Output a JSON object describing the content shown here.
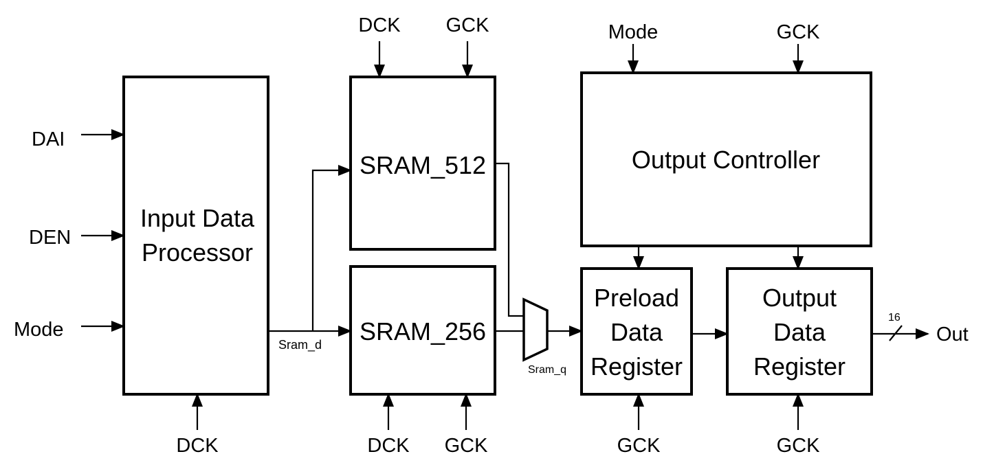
{
  "blocks": {
    "input_processor": {
      "line1": "Input Data",
      "line2": "Processor"
    },
    "sram_512": {
      "label": "SRAM_512"
    },
    "sram_256": {
      "label": "SRAM_256"
    },
    "output_controller": {
      "label": "Output Controller"
    },
    "preload_register": {
      "line1": "Preload",
      "line2": "Data",
      "line3": "Register"
    },
    "output_register": {
      "line1": "Output",
      "line2": "Data",
      "line3": "Register"
    }
  },
  "signals": {
    "dai": "DAI",
    "den": "DEN",
    "mode_in": "Mode",
    "dck_input": "DCK",
    "sram_d": "Sram_d",
    "sram_q": "Sram_q",
    "dck_sram512": "DCK",
    "gck_sram512": "GCK",
    "dck_sram256": "DCK",
    "gck_sram256": "GCK",
    "mode_controller": "Mode",
    "gck_controller": "GCK",
    "gck_preload": "GCK",
    "gck_output": "GCK",
    "bus_width": "16",
    "out": "Out"
  }
}
